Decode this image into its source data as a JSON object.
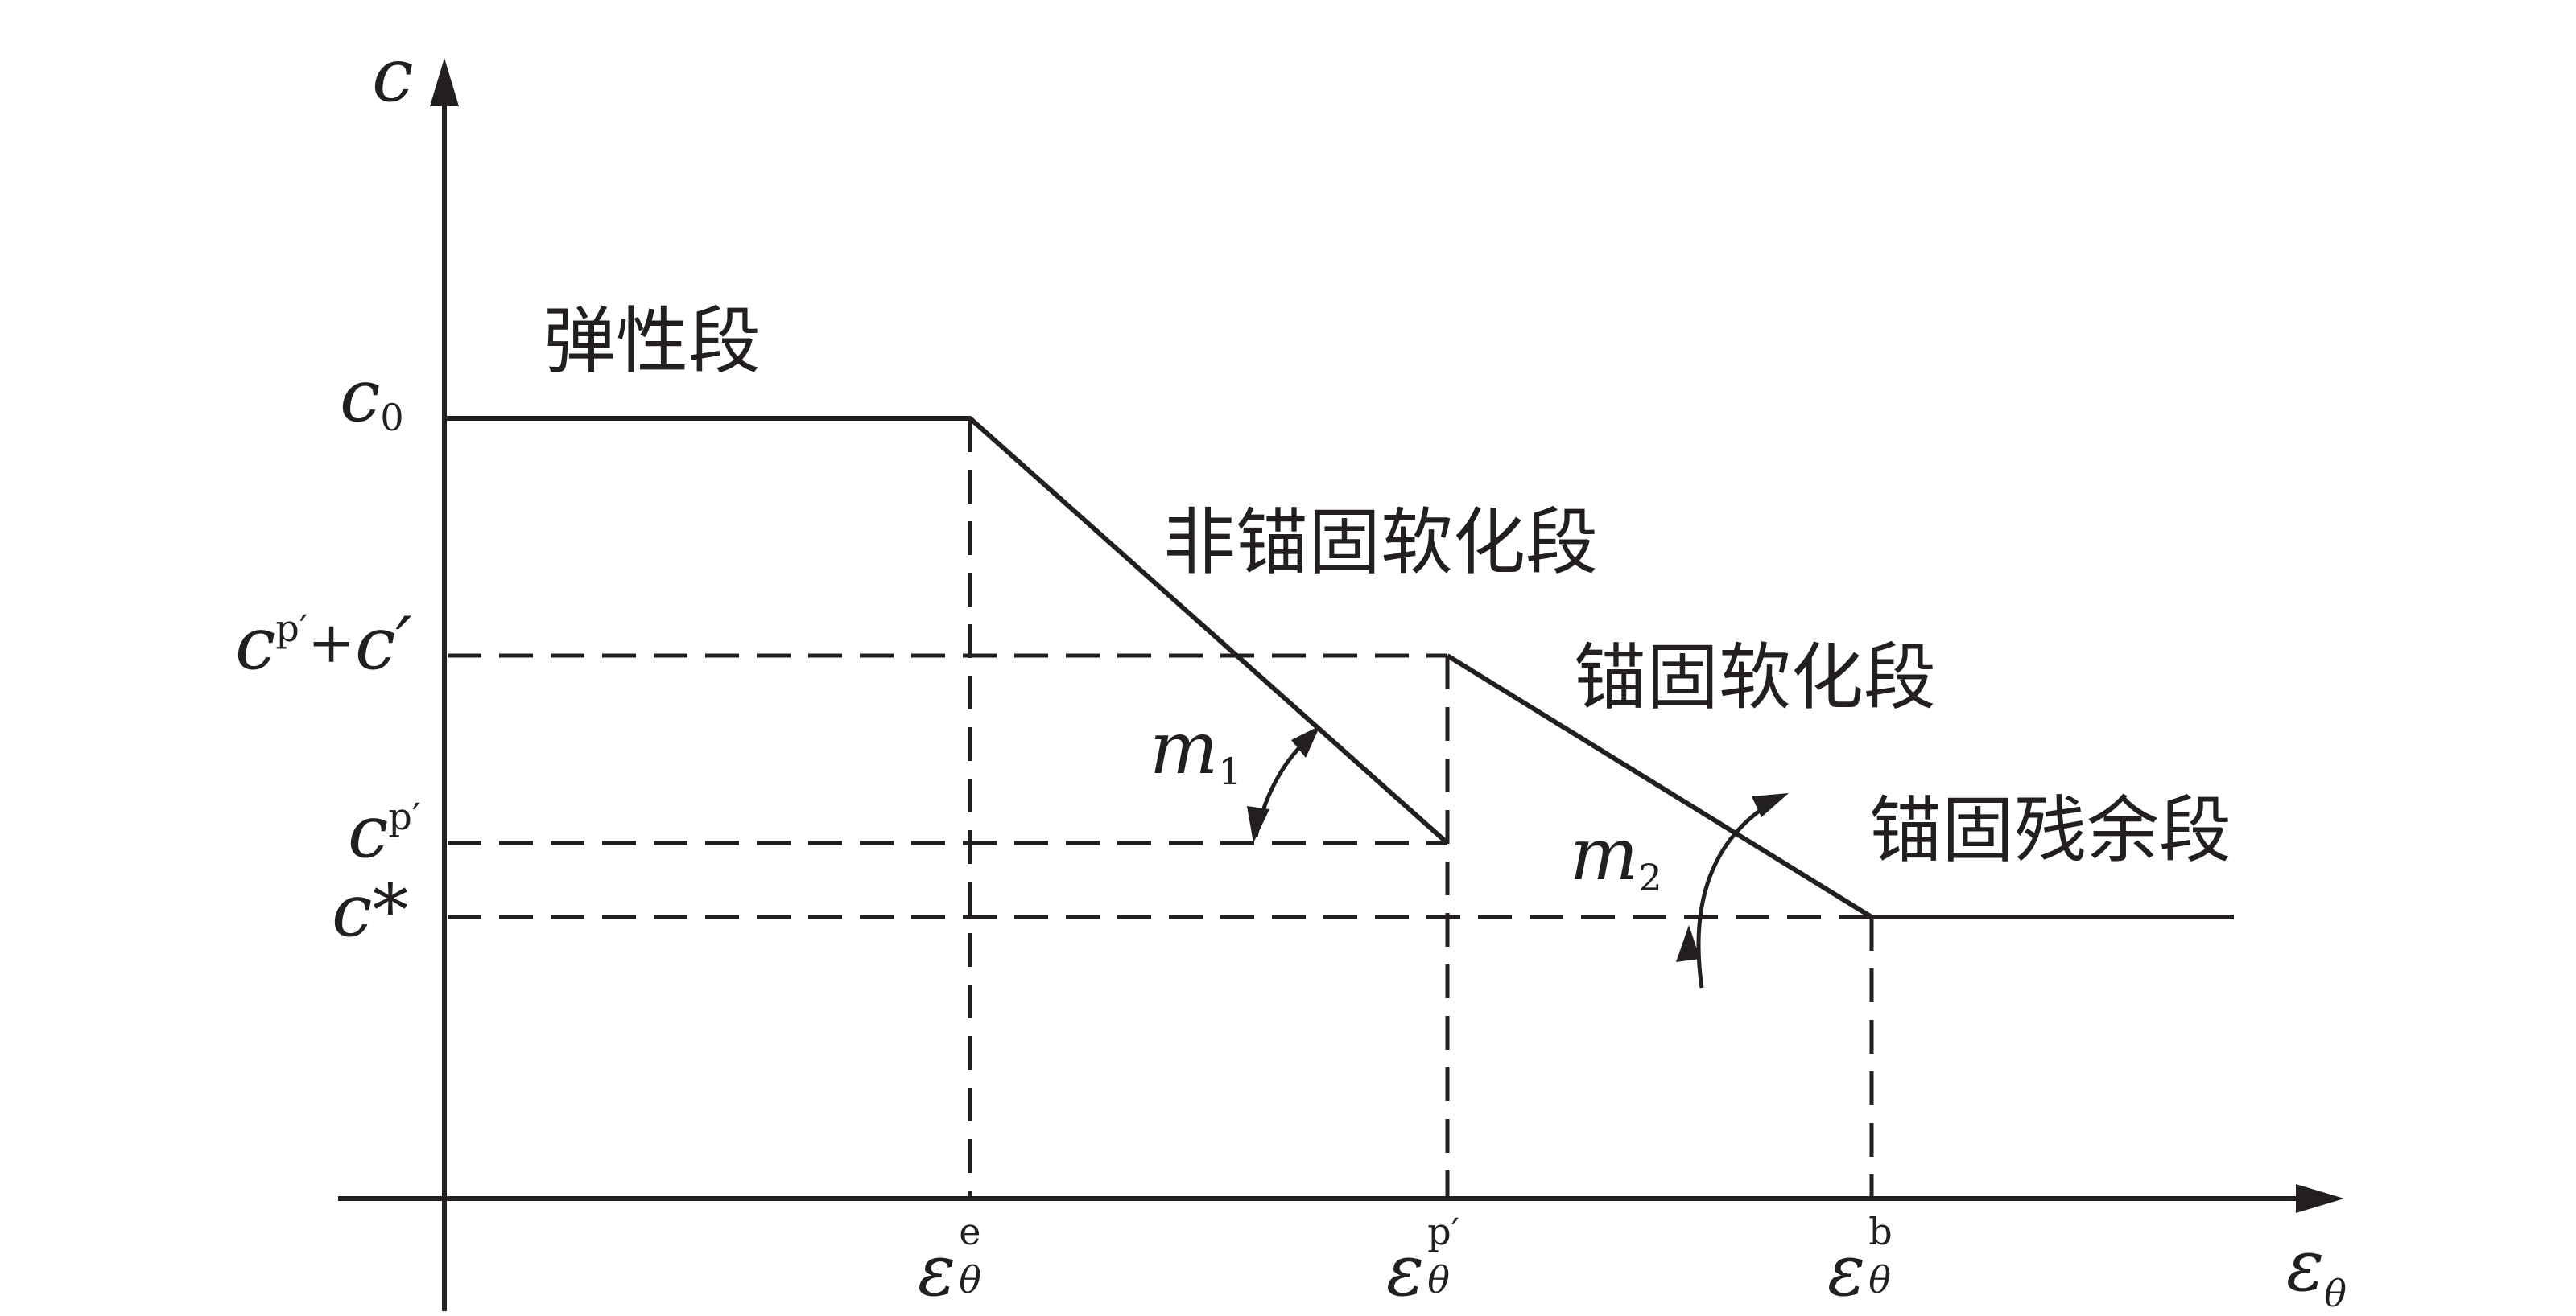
{
  "axes": {
    "y_symbol": "c",
    "x_symbol": "ε",
    "x_symbol_sub": "θ"
  },
  "y_levels": {
    "c0": {
      "base": "c",
      "sub": "0"
    },
    "cp_plus": {
      "base": "c",
      "sup": "p′",
      "plus": "+",
      "tail": "c′"
    },
    "cp": {
      "base": "c",
      "sup": "p′"
    },
    "cstar": {
      "base": "c",
      "tail": "*"
    }
  },
  "x_marks": {
    "e": {
      "base": "ε",
      "sub": "θ",
      "sup": "e"
    },
    "p": {
      "base": "ε",
      "sub": "θ",
      "sup": "p′"
    },
    "b": {
      "base": "ε",
      "sub": "θ",
      "sup": "b"
    }
  },
  "segments": {
    "elastic": "弹性段",
    "non_anchored_softening": "非锚固软化段",
    "anchored_softening": "锚固软化段",
    "anchored_residual": "锚固残余段"
  },
  "slopes": {
    "m1": {
      "base": "m",
      "sub": "1"
    },
    "m2": {
      "base": "m",
      "sub": "2"
    }
  },
  "colors": {
    "ink": "#231f20",
    "background": "#ffffff"
  }
}
